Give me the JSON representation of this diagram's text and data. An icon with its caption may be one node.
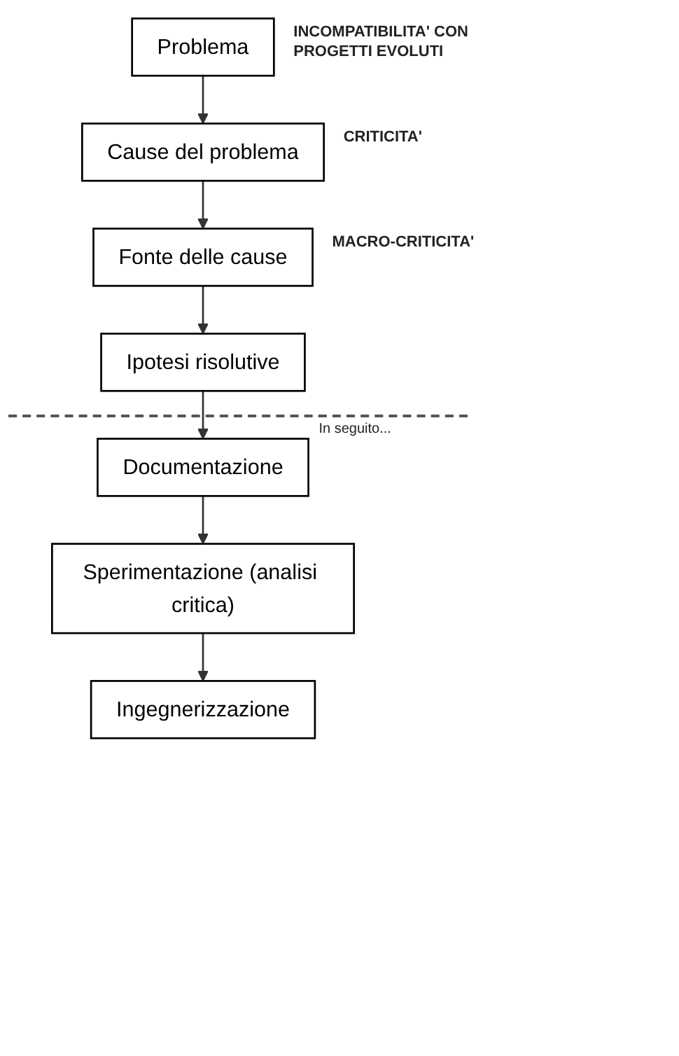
{
  "diagram": {
    "nodes": [
      {
        "text": [
          "Problema"
        ],
        "beside": [
          "INCOMPATIBILITA' CON PROGETTI EVOLUTI"
        ]
      },
      {
        "text": [
          "Cause del problema"
        ],
        "beside": [
          "CRITICITA'"
        ]
      },
      {
        "text": [
          "Fonte delle cause"
        ],
        "beside": [
          "MACRO-CRITICITA'"
        ]
      },
      {
        "text": [
          "Ipotesi risolutive"
        ]
      },
      {
        "text": [
          "Documentazione"
        ]
      },
      {
        "text": [
          "Sperimentazione (analisi critica)"
        ]
      },
      {
        "text": [
          "Ingegnerizzazione"
        ]
      }
    ],
    "edges": [
      {
        "from": 0,
        "to": 1,
        "arrow": "to"
      },
      {
        "from": 1,
        "to": 2,
        "arrow": "to"
      },
      {
        "from": 2,
        "to": 3,
        "arrow": "to"
      },
      {
        "from": 3,
        "to": 4,
        "arrow": "to"
      },
      {
        "from": 4,
        "to": 5,
        "arrow": "to"
      },
      {
        "from": 5,
        "to": 6,
        "arrow": "to"
      }
    ],
    "labels": [
      "In seguito..."
    ]
  }
}
